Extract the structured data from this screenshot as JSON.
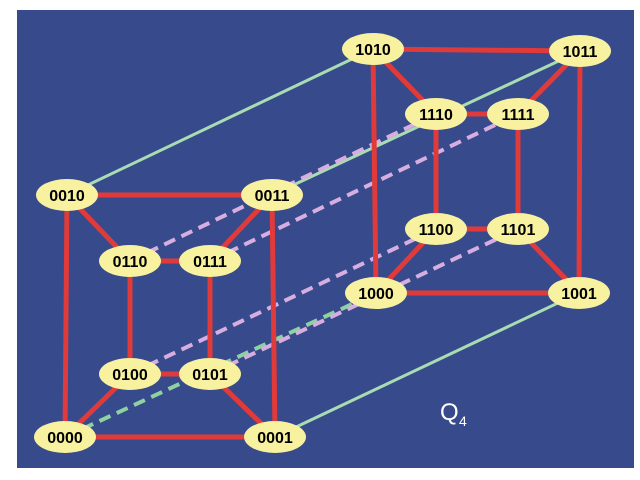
{
  "colors": {
    "background": "#364a8c",
    "edge_inner": "#e03a3a",
    "edge_cross_solid": "#a9dcb2",
    "edge_cross_dashed_green": "#8ed2a2",
    "edge_cross_dashed_pink": "#d8aee0",
    "node_fill": "#f7f1a0"
  },
  "caption": {
    "main": "Q",
    "subscript": "4"
  },
  "nodes": [
    {
      "id": "0000",
      "label": "0000"
    },
    {
      "id": "0001",
      "label": "0001"
    },
    {
      "id": "0010",
      "label": "0010"
    },
    {
      "id": "0011",
      "label": "0011"
    },
    {
      "id": "0100",
      "label": "0100"
    },
    {
      "id": "0101",
      "label": "0101"
    },
    {
      "id": "0110",
      "label": "0110"
    },
    {
      "id": "0111",
      "label": "0111"
    },
    {
      "id": "1000",
      "label": "1000"
    },
    {
      "id": "1001",
      "label": "1001"
    },
    {
      "id": "1010",
      "label": "1010"
    },
    {
      "id": "1011",
      "label": "1011"
    },
    {
      "id": "1100",
      "label": "1100"
    },
    {
      "id": "1101",
      "label": "1101"
    },
    {
      "id": "1110",
      "label": "1110"
    },
    {
      "id": "1111",
      "label": "1111"
    }
  ],
  "edges": [
    {
      "from": "0000",
      "to": "0001",
      "style": "inner"
    },
    {
      "from": "0000",
      "to": "0010",
      "style": "inner"
    },
    {
      "from": "0001",
      "to": "0011",
      "style": "inner"
    },
    {
      "from": "0010",
      "to": "0011",
      "style": "inner"
    },
    {
      "from": "0100",
      "to": "0101",
      "style": "inner"
    },
    {
      "from": "0100",
      "to": "0110",
      "style": "inner"
    },
    {
      "from": "0101",
      "to": "0111",
      "style": "inner"
    },
    {
      "from": "0110",
      "to": "0111",
      "style": "inner"
    },
    {
      "from": "0000",
      "to": "0100",
      "style": "inner"
    },
    {
      "from": "0001",
      "to": "0101",
      "style": "inner"
    },
    {
      "from": "0010",
      "to": "0110",
      "style": "inner"
    },
    {
      "from": "0011",
      "to": "0111",
      "style": "inner"
    },
    {
      "from": "1000",
      "to": "1001",
      "style": "inner"
    },
    {
      "from": "1000",
      "to": "1010",
      "style": "inner"
    },
    {
      "from": "1001",
      "to": "1011",
      "style": "inner"
    },
    {
      "from": "1010",
      "to": "1011",
      "style": "inner"
    },
    {
      "from": "1100",
      "to": "1101",
      "style": "inner"
    },
    {
      "from": "1100",
      "to": "1110",
      "style": "inner"
    },
    {
      "from": "1101",
      "to": "1111",
      "style": "inner"
    },
    {
      "from": "1110",
      "to": "1111",
      "style": "inner"
    },
    {
      "from": "1000",
      "to": "1100",
      "style": "inner"
    },
    {
      "from": "1001",
      "to": "1101",
      "style": "inner"
    },
    {
      "from": "1010",
      "to": "1110",
      "style": "inner"
    },
    {
      "from": "1011",
      "to": "1111",
      "style": "inner"
    },
    {
      "from": "0001",
      "to": "1001",
      "style": "cross-solid"
    },
    {
      "from": "0010",
      "to": "1010",
      "style": "cross-solid"
    },
    {
      "from": "0011",
      "to": "1011",
      "style": "cross-solid"
    },
    {
      "from": "0000",
      "to": "1000",
      "style": "cross-dashed-green"
    },
    {
      "from": "0100",
      "to": "1100",
      "style": "cross-dashed-pink"
    },
    {
      "from": "0101",
      "to": "1101",
      "style": "cross-dashed-pink"
    },
    {
      "from": "0110",
      "to": "1110",
      "style": "cross-dashed-pink"
    },
    {
      "from": "0111",
      "to": "1111",
      "style": "cross-dashed-pink"
    }
  ]
}
